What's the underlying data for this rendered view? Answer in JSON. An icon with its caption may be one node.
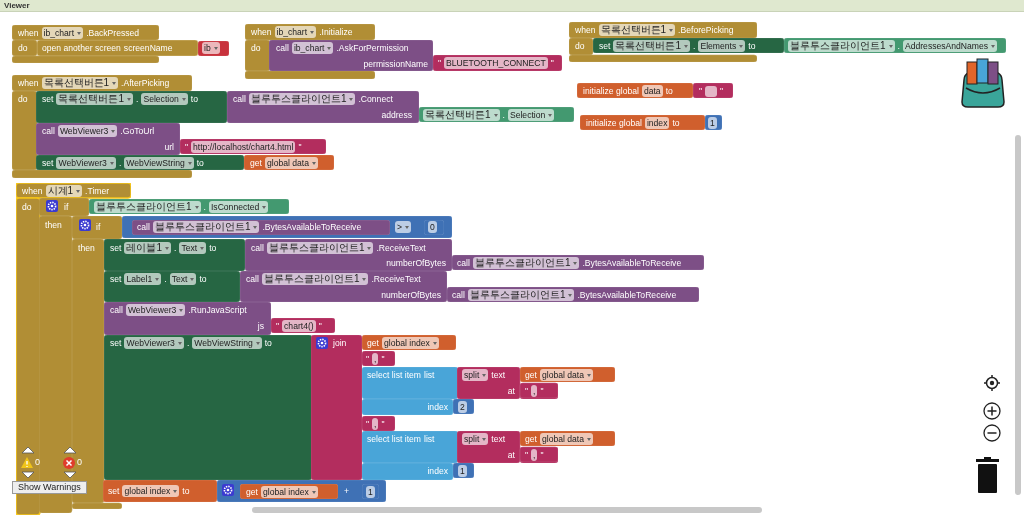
{
  "diagram": {
    "nodes": [
      {
        "text": [
          "when",
          "ib_chart",
          ".BackPressed",
          "do"
        ]
      },
      {
        "text": [
          "open another screen",
          "screenName"
        ]
      },
      {
        "text": [
          "ib"
        ]
      },
      {
        "text": [
          "when",
          "ib_chart",
          ".Initialize",
          "do"
        ]
      },
      {
        "text": [
          "call",
          "ib_chart",
          ".AskForPermission",
          "permissionName"
        ]
      },
      {
        "text": [
          "\"",
          "BLUETOOTH_CONNECT",
          "\""
        ]
      },
      {
        "text": [
          "when",
          "목록선택버튼1",
          ".AfterPicking",
          "do"
        ]
      },
      {
        "text": [
          "set",
          "목록선택버튼1",
          ".",
          "Selection",
          "to"
        ]
      },
      {
        "text": [
          "call",
          "블루투스클라이언트1",
          ".Connect",
          "address"
        ]
      },
      {
        "text": [
          "목록선택버튼1",
          ".",
          "Selection"
        ]
      },
      {
        "text": [
          "call",
          "WebViewer3",
          ".GoToUrl",
          "url"
        ],
        "in": 6
      },
      {
        "text": [
          "\"",
          "http://localhost/chart4.html",
          "\""
        ]
      },
      {
        "text": [
          "set",
          "WebViewer3",
          ".",
          "WebViewString",
          "to"
        ]
      },
      {
        "text": [
          "get",
          "global data"
        ]
      },
      {
        "text": [
          "when",
          "목록선택버튼1",
          ".BeforePicking",
          "do"
        ]
      },
      {
        "text": [
          "set",
          "목록선택버튼1",
          ".",
          "Elements",
          "to"
        ]
      },
      {
        "text": [
          "블루투스클라이언트1",
          ".",
          "AddressesAndNames"
        ]
      },
      {
        "text": [
          "initialize global",
          "data",
          "to"
        ]
      },
      {
        "text": [
          "\"",
          "\""
        ]
      },
      {
        "text": [
          "initialize global",
          "index",
          "to"
        ]
      },
      {
        "text": [
          "1"
        ]
      },
      {
        "text": [
          "when",
          "시계1",
          ".Timer",
          "do"
        ]
      },
      {
        "text": [
          "if",
          "then"
        ],
        "in": 21
      },
      {
        "text": [
          "블루투스클라이언트1",
          ".",
          "IsConnected"
        ]
      },
      {
        "text": [
          "if",
          "then"
        ],
        "in": 21
      },
      {
        "text": [
          ">"
        ]
      },
      {
        "text": [
          "call",
          "블루투스클라이언트1",
          ".BytesAvailableToReceive"
        ],
        "in": 25
      },
      {
        "text": [
          "0"
        ],
        "in": 25
      },
      {
        "text": [
          "set",
          "레이블1",
          ".",
          "Text",
          "to"
        ]
      },
      {
        "text": [
          "call",
          "블루투스클라이언트1",
          ".ReceiveText",
          "numberOfBytes"
        ]
      },
      {
        "text": [
          "call",
          "블루투스클라이언트1",
          ".BytesAvailableToReceive"
        ]
      },
      {
        "text": [
          "set",
          "Label1",
          ".",
          "Text",
          "to"
        ]
      },
      {
        "text": [
          "call",
          "블루투스클라이언트1",
          ".ReceiveText",
          "numberOfBytes"
        ]
      },
      {
        "text": [
          "call",
          "블루투스클라이언트1",
          ".BytesAvailableToReceive"
        ]
      },
      {
        "text": [
          "call",
          "WebViewer3",
          ".RunJavaScript",
          "js"
        ]
      },
      {
        "text": [
          "\"",
          "chart4()",
          "\""
        ]
      },
      {
        "text": [
          "set",
          "WebViewer3",
          ".",
          "WebViewString",
          "to"
        ]
      },
      {
        "text": [
          "join"
        ]
      },
      {
        "text": [
          "get",
          "global index"
        ]
      },
      {
        "text": [
          "\"",
          ",",
          "\""
        ]
      },
      {
        "text": [
          "select list item",
          "list",
          "index"
        ]
      },
      {
        "text": [
          "split",
          "text",
          "at"
        ]
      },
      {
        "text": [
          "get",
          "global data"
        ]
      },
      {
        "text": [
          "\"",
          ",",
          "\""
        ]
      },
      {
        "text": [
          "2"
        ]
      },
      {
        "text": [
          "\"",
          ",",
          "\""
        ]
      },
      {
        "text": [
          "select list item",
          "list",
          "index"
        ]
      },
      {
        "text": [
          "split",
          "text",
          "at"
        ]
      },
      {
        "text": [
          "get",
          "global data"
        ]
      },
      {
        "text": [
          "\"",
          ",",
          "\""
        ]
      },
      {
        "text": [
          "1"
        ]
      },
      {
        "text": [
          "set",
          "global index",
          "to"
        ]
      },
      {
        "text": [
          "+"
        ]
      },
      {
        "text": [
          "get",
          "global index"
        ],
        "in": 52
      },
      {
        "text": [
          "1"
        ],
        "in": 52
      }
    ],
    "labels": [
      "Viewer",
      "0",
      "0",
      "Show Warnings"
    ]
  }
}
